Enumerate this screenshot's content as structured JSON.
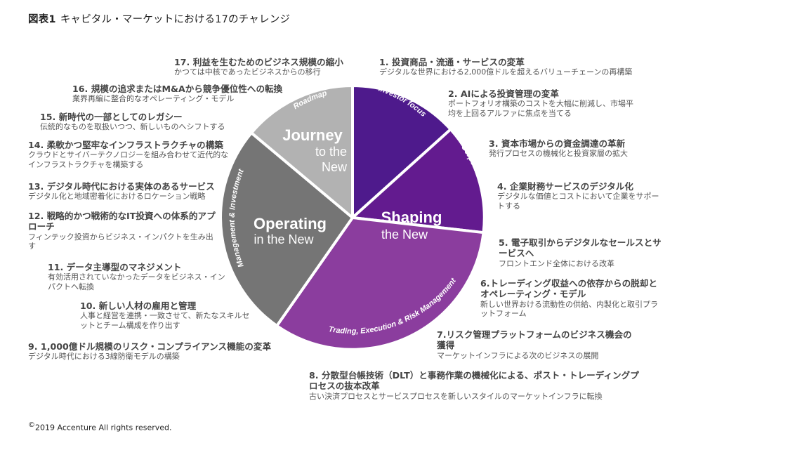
{
  "figure": {
    "number": "図表1",
    "title": "キャピタル・マーケットにおける17のチャレンジ"
  },
  "wheel": {
    "sections": [
      {
        "title_line1": "Shaping",
        "title_line2": "the New",
        "color": "#7b2f9a"
      },
      {
        "title_line1": "Operating",
        "title_line2": "in the New",
        "color": "#7a7a7a"
      },
      {
        "title_line1": "Journey",
        "title_line2": "to the",
        "title_line3": "New",
        "color": "#b3b3b3"
      }
    ],
    "segments": [
      {
        "label": "Investor focus",
        "color": "#4e1a8c"
      },
      {
        "label": "Corporate focus",
        "color": "#631b8f"
      },
      {
        "label": "Trading, Execution & Risk Management",
        "color": "#8b3d9e"
      },
      {
        "label": "Management & Investment",
        "color": "#757575"
      },
      {
        "label": "Roadmap",
        "color": "#b2b2b2"
      }
    ]
  },
  "items": [
    {
      "title": "1. 投資商品・流通・サービスの変革",
      "desc": "デジタルな世界における2,000億ドルを超えるバリューチェーンの再構築"
    },
    {
      "title": "2. AIによる投資管理の変革",
      "desc": "ポートフォリオ構築のコストを大幅に削減し、市場平均を上回るアルファに焦点を当てる"
    },
    {
      "title": "3. 資本市場からの資金調達の革新",
      "desc": "発行プロセスの機械化と投資家層の拡大"
    },
    {
      "title": "4. 企業財務サービスのデジタル化",
      "desc": "デジタルな価値とコストにおいて企業をサポートする"
    },
    {
      "title": "5. 電子取引からデジタルなセールスとサービスへ",
      "desc": "フロントエンド全体における改革"
    },
    {
      "title": "6.トレーディング収益への依存からの脱却とオペレーティング・モデル",
      "desc": "新しい世界おける流動性の供給、内製化と取引プラットフォーム"
    },
    {
      "title": "7.リスク管理プラットフォームのビジネス機会の獲得",
      "desc": "マーケットインフラによる次のビジネスの展開"
    },
    {
      "title": "8. 分散型台帳技術（DLT）と事務作業の機械化による、ポスト・トレーディングプロセスの抜本改革",
      "desc": "古い決済プロセスとサービスプロセスを新しいスタイルのマーケットインフラに転換"
    },
    {
      "title": "9. 1,000億ドル規模のリスク・コンプライアンス機能の変革",
      "desc": "デジタル時代における3線防衛モデルの構築"
    },
    {
      "title": "10. 新しい人材の雇用と管理",
      "desc": "人事と経営を連携・一致させて、新たなスキルセットとチーム構成を作り出す"
    },
    {
      "title": "11. データ主導型のマネジメント",
      "desc": "有効活用されていなかったデータをビジネス・インパクトへ転換"
    },
    {
      "title": "12. 戦略的かつ戦術的なIT投資への体系的アプローチ",
      "desc": "フィンテック投資からビジネス・インパクトを生み出す"
    },
    {
      "title": "13. デジタル時代における実体のあるサービス",
      "desc": "デジタル化と地域密着化におけるロケーション戦略"
    },
    {
      "title": "14. 柔軟かつ堅牢なインフラストラクチャの構築",
      "desc": "クラウドとサイバーテクノロジーを組み合わせて近代的なインフラストラクチャを構築する"
    },
    {
      "title": "15. 新時代の一部としてのレガシー",
      "desc": "伝統的なものを取扱いつつ、新しいものへシフトする"
    },
    {
      "title": "16. 規模の追求またはM&Aから競争優位性への転換",
      "desc": "業界再編に整合的なオペレーティング・モデル"
    },
    {
      "title": "17. 利益を生むためのビジネス規模の縮小",
      "desc": "かつては中核であったビジネスからの移行"
    }
  ],
  "copyright": {
    "symbol": "©",
    "text": "2019 Accenture All rights reserved."
  }
}
